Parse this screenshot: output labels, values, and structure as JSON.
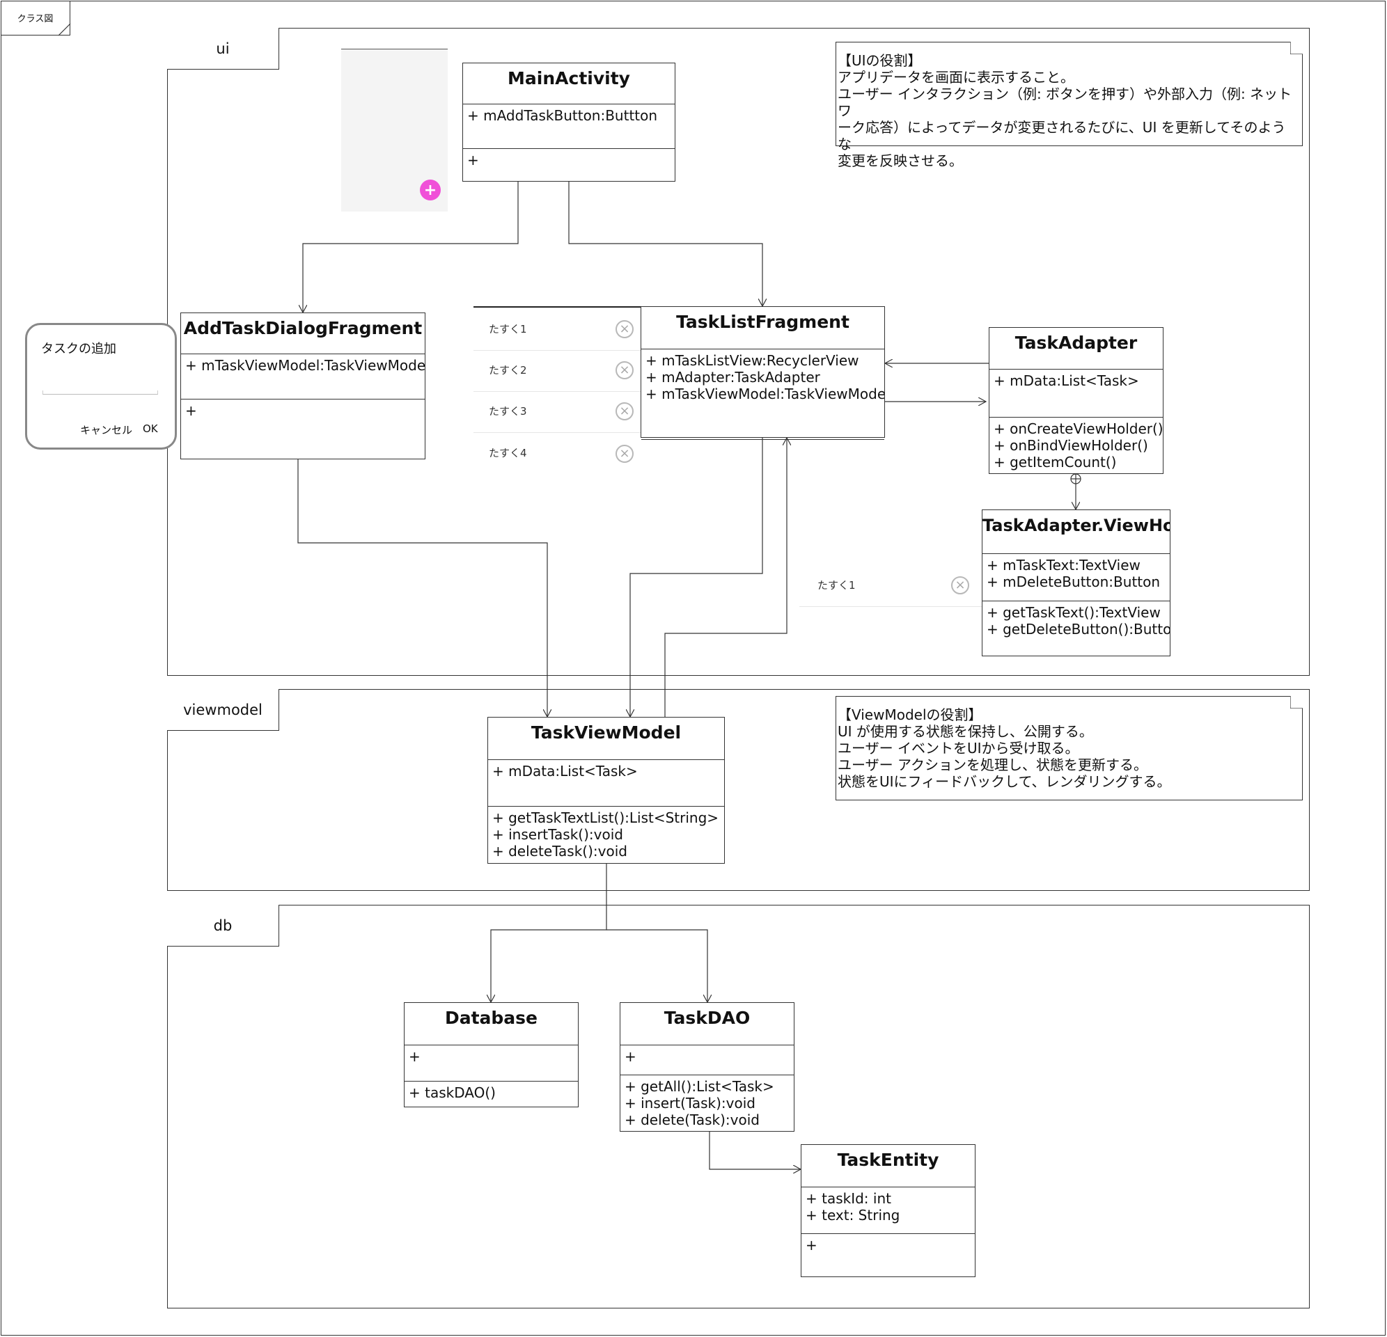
{
  "diagram": {
    "outer_label": "クラス図",
    "packages": {
      "ui": "ui",
      "viewmodel": "viewmodel",
      "db": "db"
    },
    "classes": {
      "main_activity": {
        "name": "MainActivity",
        "attributes": [
          "+ mAddTaskButton:Buttton"
        ],
        "operations": [
          "+"
        ]
      },
      "add_task_dialog_fragment": {
        "name": "AddTaskDialogFragment",
        "attributes": [
          "+ mTaskViewModel:TaskViewModel"
        ],
        "operations": [
          "+"
        ]
      },
      "task_list_fragment": {
        "name": "TaskListFragment",
        "attributes": [
          "+ mTaskListView:RecyclerView",
          "+ mAdapter:TaskAdapter",
          "+ mTaskViewModel:TaskViewModel"
        ],
        "operations": []
      },
      "task_adapter": {
        "name": "TaskAdapter",
        "attributes": [
          "+ mData:List<Task>"
        ],
        "operations": [
          "+ onCreateViewHolder()",
          "+ onBindViewHolder()",
          "+ getItemCount()"
        ]
      },
      "task_adapter_view_holder": {
        "name": "TaskAdapter.ViewHolder",
        "attributes": [
          "+ mTaskText:TextView",
          "+ mDeleteButton:Button"
        ],
        "operations": [
          "+ getTaskText():TextView",
          "+ getDeleteButton():Button"
        ]
      },
      "task_view_model": {
        "name": "TaskViewModel",
        "attributes": [
          "+ mData:List<Task>"
        ],
        "operations": [
          "+ getTaskTextList():List<String>",
          "+ insertTask():void",
          "+ deleteTask():void"
        ]
      },
      "database": {
        "name": "Database",
        "attributes": [
          "+"
        ],
        "operations": [
          "+ taskDAO()"
        ]
      },
      "task_dao": {
        "name": "TaskDAO",
        "attributes": [
          "+"
        ],
        "operations": [
          "+ getAll():List<Task>",
          "+ insert(Task):void",
          "+ delete(Task):void"
        ]
      },
      "task_entity": {
        "name": "TaskEntity",
        "attributes": [
          "+ taskId: int",
          "+ text: String"
        ],
        "operations": [
          "+"
        ]
      }
    },
    "notes": {
      "ui_role": [
        "【UIの役割】",
        "アプリデータを画面に表示すること。",
        "ユーザー インタラクション（例: ボタンを押す）や外部入力（例: ネットワ",
        "ーク応答）によってデータが変更されるたびに、UI を更新してそのような",
        "変更を反映させる。"
      ],
      "viewmodel_role": [
        "【ViewModelの役割】",
        "UI が使用する状態を保持し、公開する。",
        "ユーザー イベントをUIから受け取る。",
        "ユーザー アクションを処理し、状態を更新する。",
        "状態をUIにフィードバックして、レンダリングする。"
      ]
    },
    "mockups": {
      "fab_symbol": "+",
      "dialog": {
        "title": "タスクの追加",
        "cancel": "キャンセル",
        "ok": "OK"
      },
      "task_list": [
        "たすく1",
        "たすく2",
        "たすく3",
        "たすく4"
      ],
      "view_holder_item": "たすく1",
      "delete_symbol": "×"
    },
    "colors": {
      "fab": "#f050d8",
      "mock_bg": "#f4f4f4",
      "line": "#333333"
    }
  }
}
